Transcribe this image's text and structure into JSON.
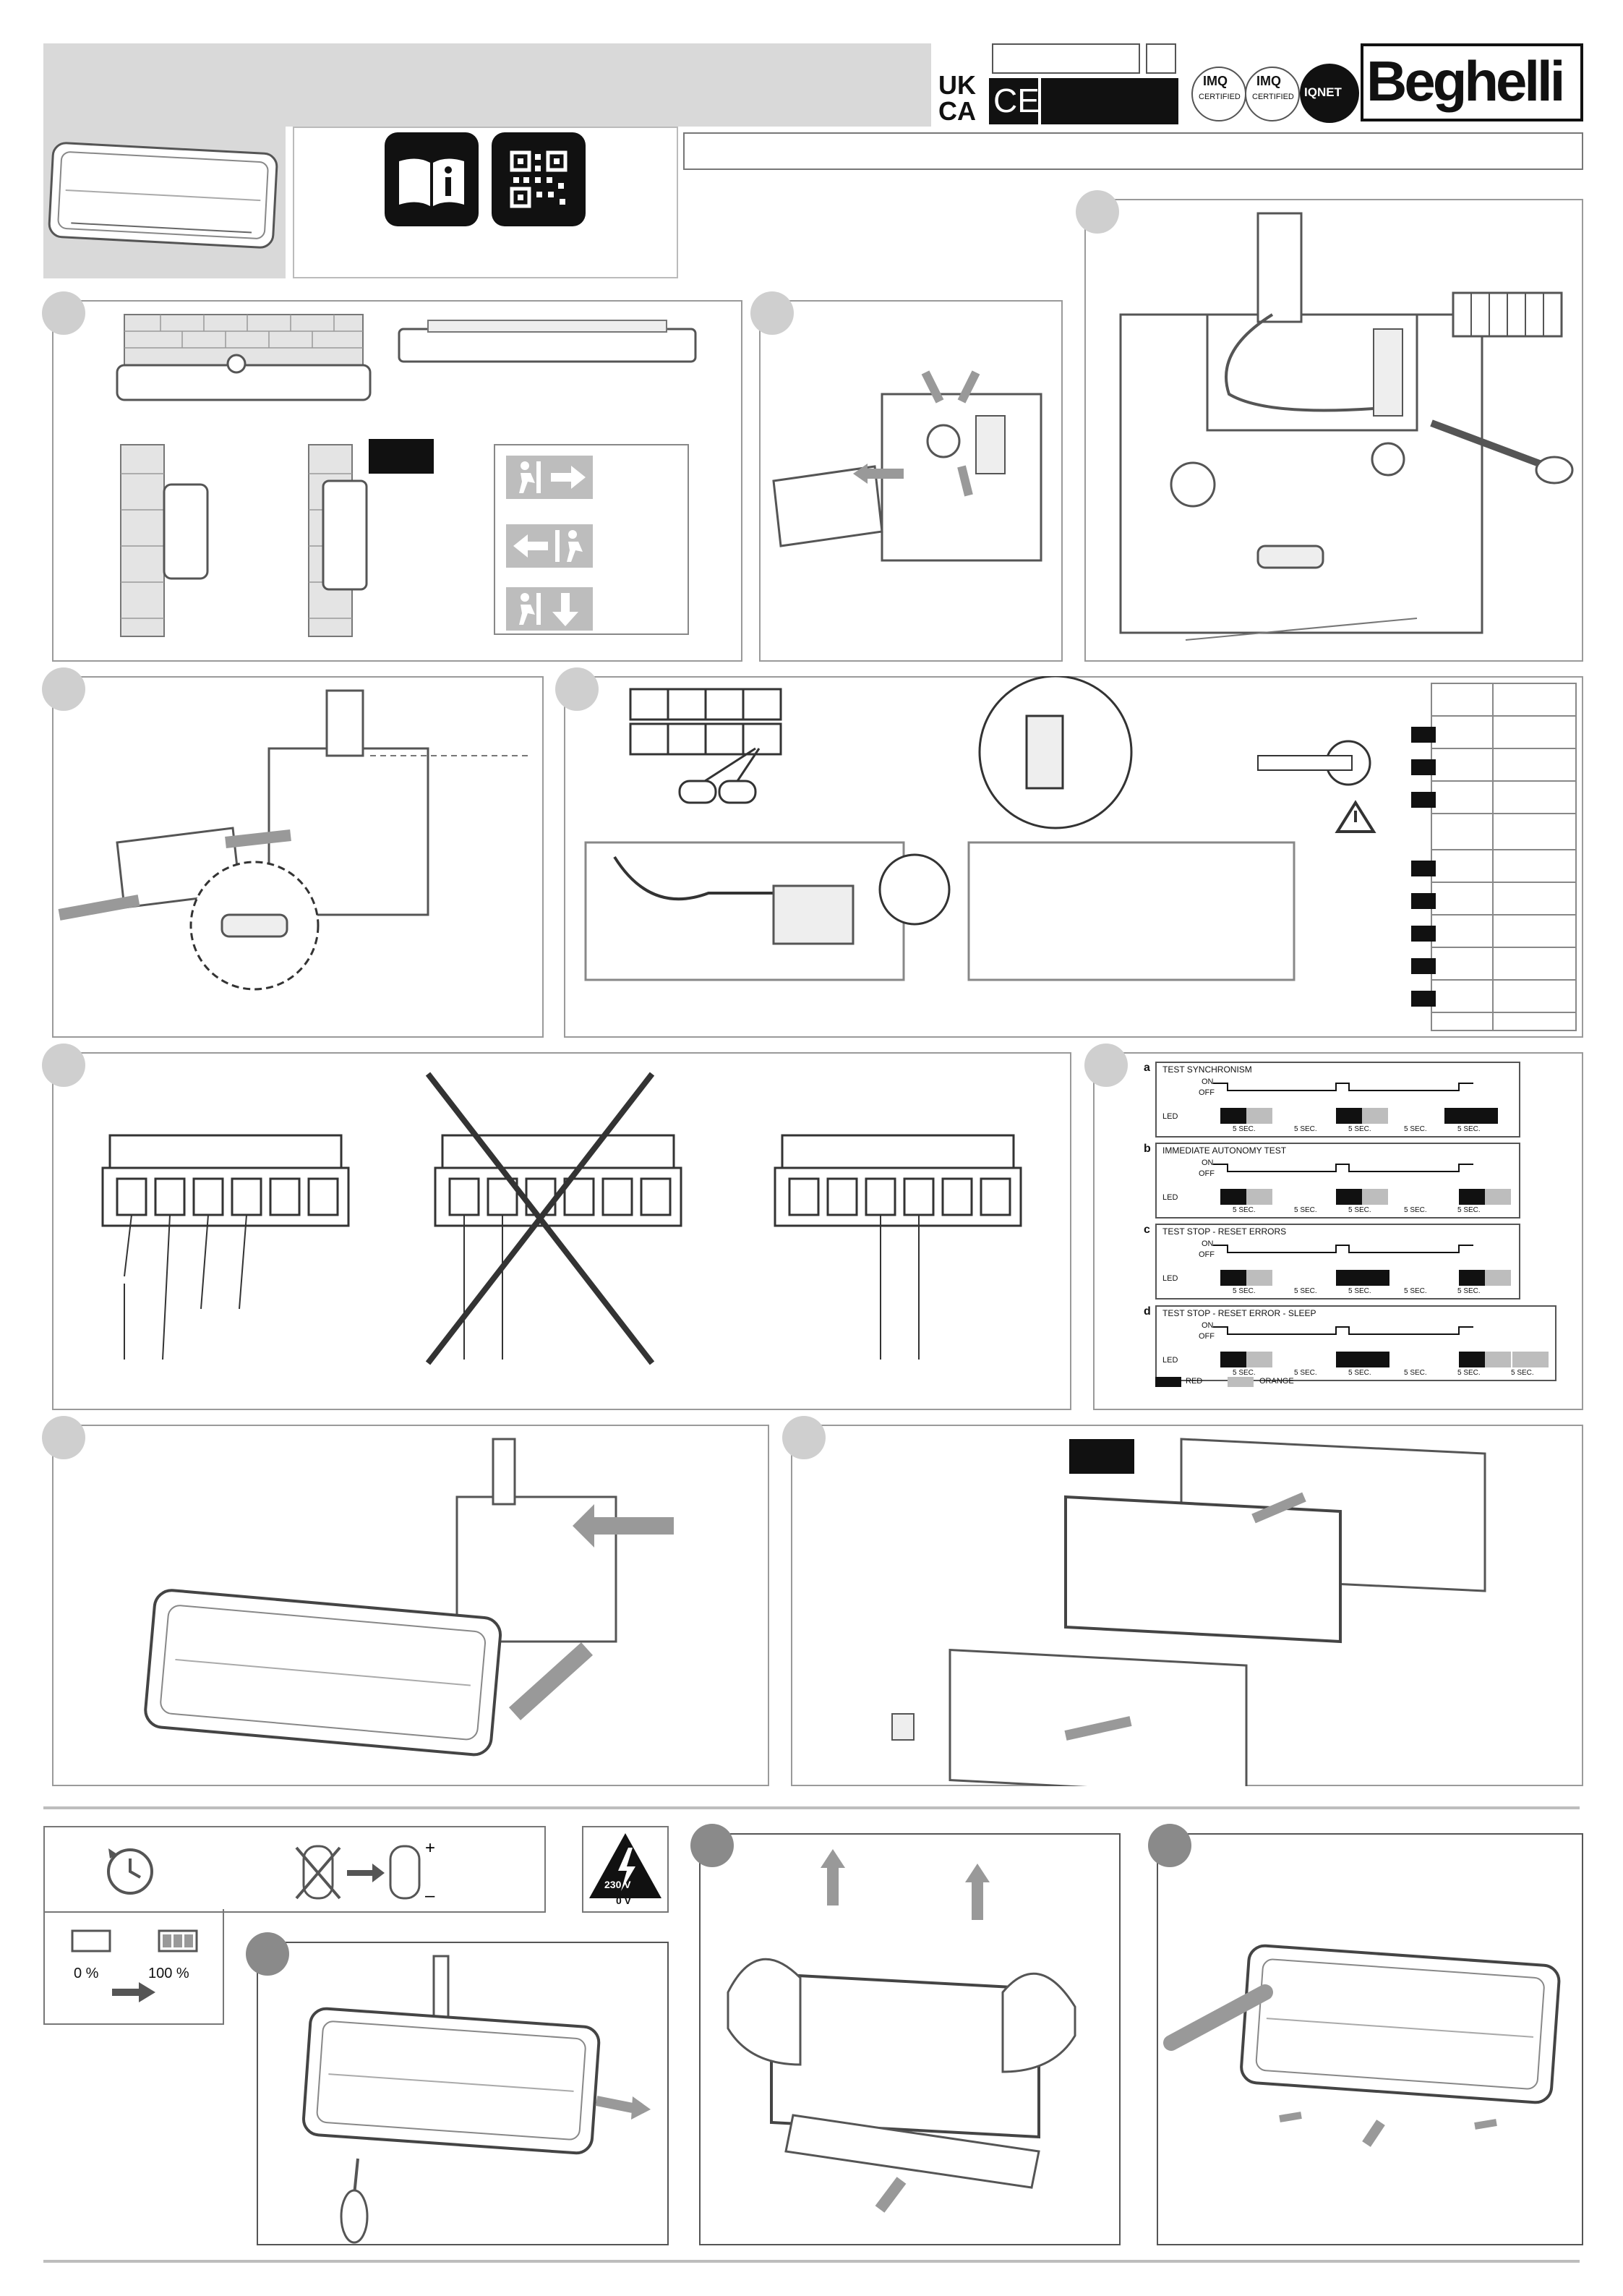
{
  "brand": {
    "name": "Beghelli"
  },
  "marks": {
    "ukca_top": "UK",
    "ukca_bottom": "CA",
    "ce": "CE"
  },
  "certs": [
    {
      "name": "IMQ",
      "sub": "CERTIFIED"
    },
    {
      "name": "IMQ",
      "sub": "CERTIFIED"
    },
    {
      "name": "IQNET",
      "sub": ""
    }
  ],
  "icons": [
    "manual-icon",
    "qr-code-icon",
    "running-man-right-arrow",
    "left-arrow-running-man",
    "running-man-down-arrow",
    "warning-icon",
    "timer-icon",
    "battery-replace-icon",
    "high-voltage-icon"
  ],
  "colors": {
    "red_legend": "#111111",
    "orange_legend": "#bdbdbd",
    "panel_border": "#9a9a9a",
    "step_circle": "#cfcfcf"
  },
  "timing": {
    "panels": [
      {
        "letter": "a",
        "title": "TEST SYNCHRONISM"
      },
      {
        "letter": "b",
        "title": "IMMEDIATE AUTONOMY TEST"
      },
      {
        "letter": "c",
        "title": "TEST STOP - RESET ERRORS"
      },
      {
        "letter": "d",
        "title": "TEST STOP - RESET ERROR - SLEEP"
      }
    ],
    "on_label": "ON",
    "off_label": "OFF",
    "led_label": "LED",
    "sec_label": "5 SEC.",
    "legend": {
      "red": "RED",
      "orange": "ORANGE"
    }
  },
  "battery": {
    "empty": "0 %",
    "full": "100 %"
  },
  "voltage": {
    "top": "230 V",
    "bottom": "0 V"
  }
}
